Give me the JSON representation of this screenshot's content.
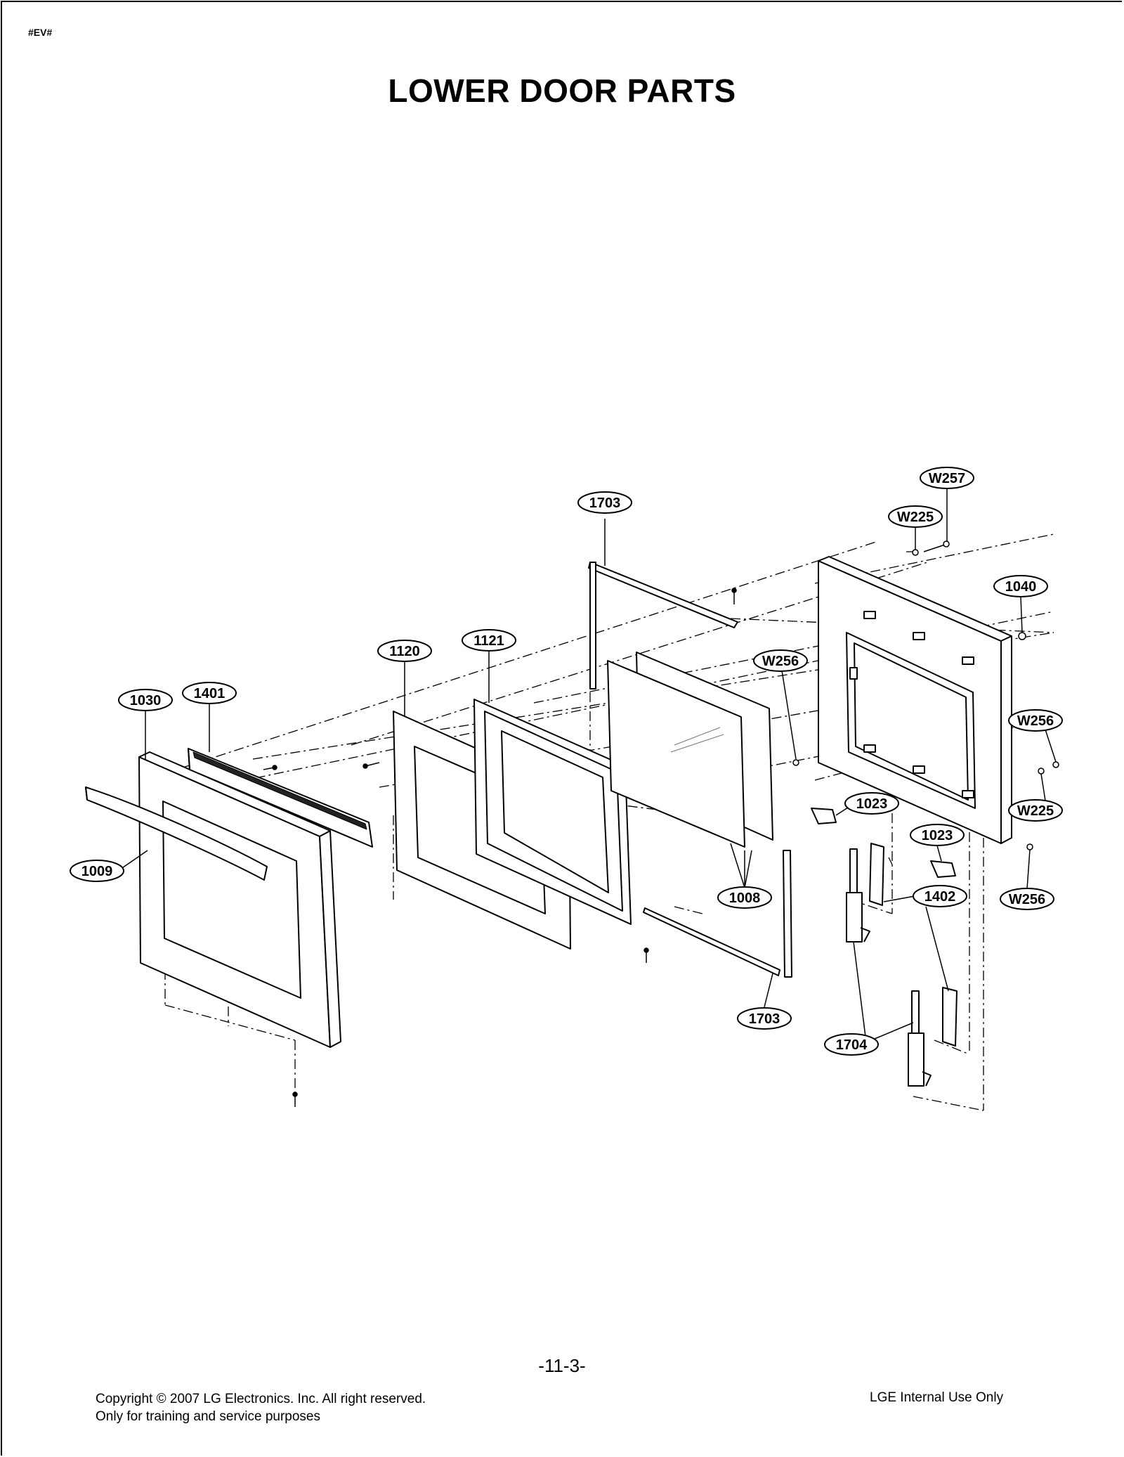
{
  "header": {
    "tag": "#EV#",
    "title": "LOWER DOOR PARTS"
  },
  "callouts": [
    {
      "id": "c-w257",
      "label": "W257"
    },
    {
      "id": "c-1703a",
      "label": "1703"
    },
    {
      "id": "c-w225a",
      "label": "W225"
    },
    {
      "id": "c-1040",
      "label": "1040"
    },
    {
      "id": "c-1121",
      "label": "1121"
    },
    {
      "id": "c-1120",
      "label": "1120"
    },
    {
      "id": "c-w256a",
      "label": "W256"
    },
    {
      "id": "c-1030",
      "label": "1030"
    },
    {
      "id": "c-1401",
      "label": "1401"
    },
    {
      "id": "c-w256b",
      "label": "W256"
    },
    {
      "id": "c-1023a",
      "label": "1023"
    },
    {
      "id": "c-w225b",
      "label": "W225"
    },
    {
      "id": "c-1023b",
      "label": "1023"
    },
    {
      "id": "c-1009",
      "label": "1009"
    },
    {
      "id": "c-1008",
      "label": "1008"
    },
    {
      "id": "c-1402",
      "label": "1402"
    },
    {
      "id": "c-w256c",
      "label": "W256"
    },
    {
      "id": "c-1703b",
      "label": "1703"
    },
    {
      "id": "c-1704",
      "label": "1704"
    }
  ],
  "footer": {
    "copyright": "Copyright © 2007 LG Electronics. Inc. All right reserved.",
    "training": "Only for training and service purposes",
    "page": "-11-3-",
    "internal": "LGE Internal Use Only"
  }
}
